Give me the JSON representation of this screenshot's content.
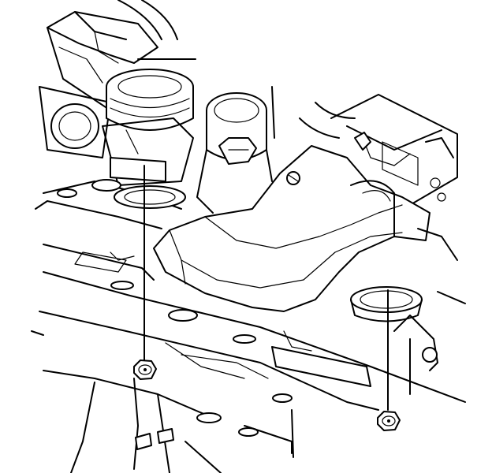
{
  "figure": {
    "line_color": "#000000",
    "background_color": "#ffffff",
    "parts": [
      "frame-crossmember",
      "transmission-support-bracket",
      "front-mount-bushing",
      "rear-mount-bushing",
      "center-bolt-head",
      "left-mount-nut",
      "right-mount-nut"
    ],
    "callout_count": 3
  }
}
